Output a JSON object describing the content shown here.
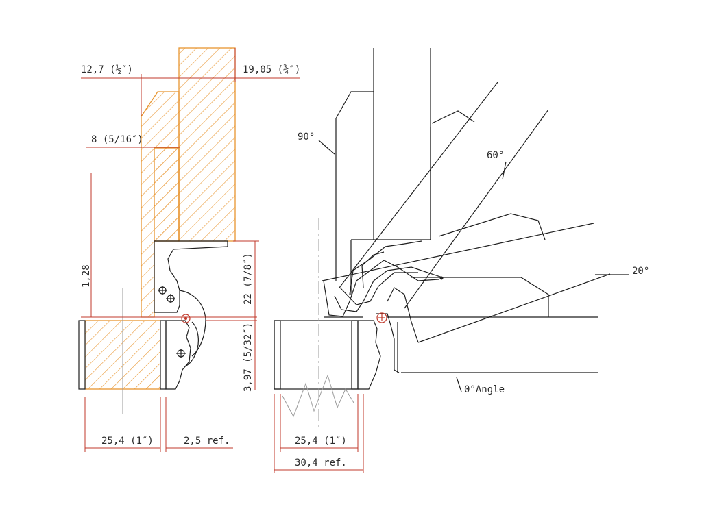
{
  "colors": {
    "outline": "#1e1e1e",
    "dimension": "#c0392b",
    "hatch": "#e8952f",
    "centerline": "#9a9a9a"
  },
  "left_view": {
    "dim_top_left": "12,7 (½″)",
    "dim_top_right": "19,05 (¾″)",
    "dim_offset": "8 (5/16″)",
    "dim_vertical_height": "1,28",
    "dim_hinge_upper": "22 (7/8″)",
    "dim_hinge_lower": "3,97 (5/32″)",
    "dim_door_width": "25,4 (1″)",
    "dim_ref": "2,5 ref."
  },
  "right_view": {
    "angle_90": "90°",
    "angle_60": "60°",
    "angle_20": "20°",
    "angle_0": "0°Angle",
    "dim_door_width": "25,4 (1″)",
    "dim_ref": "30,4 ref."
  }
}
